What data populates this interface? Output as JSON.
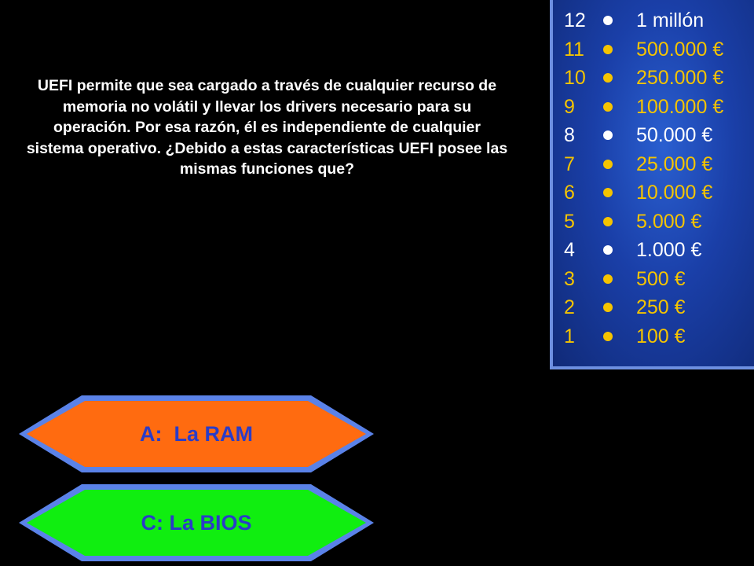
{
  "question": {
    "text": "UEFI permite que sea cargado a través de cualquier recurso de memoria no volátil y llevar los drivers necesario para su operación. Por esa razón, él es independiente de cualquier sistema operativo. ¿Debido a estas características UEFI posee las mismas funciones que?"
  },
  "ladder": {
    "items": [
      {
        "level": "12",
        "prize": "1 millón",
        "safe": true
      },
      {
        "level": "11",
        "prize": "500.000 €",
        "safe": false
      },
      {
        "level": "10",
        "prize": "250.000 €",
        "safe": false
      },
      {
        "level": "9",
        "prize": "100.000 €",
        "safe": false
      },
      {
        "level": "8",
        "prize": "50.000 €",
        "safe": true
      },
      {
        "level": "7",
        "prize": "25.000 €",
        "safe": false
      },
      {
        "level": "6",
        "prize": "10.000 €",
        "safe": false
      },
      {
        "level": "5",
        "prize": "5.000 €",
        "safe": false
      },
      {
        "level": "4",
        "prize": "1.000 €",
        "safe": true
      },
      {
        "level": "3",
        "prize": "500 €",
        "safe": false
      },
      {
        "level": "2",
        "prize": "250 €",
        "safe": false
      },
      {
        "level": "1",
        "prize": "100 €",
        "safe": false
      }
    ]
  },
  "answers": {
    "a": {
      "label": "A:  La RAM",
      "fill": "#ff6b10",
      "text_color": "#2a3cc8"
    },
    "c": {
      "label": "C: La BIOS",
      "fill": "#10ee10",
      "text_color": "#2a3cc8"
    }
  },
  "colors": {
    "background": "#000000",
    "panel_blue": "#1a3fa8",
    "gold": "#f5c400",
    "white": "#ffffff",
    "button_border": "#5a82e8"
  }
}
